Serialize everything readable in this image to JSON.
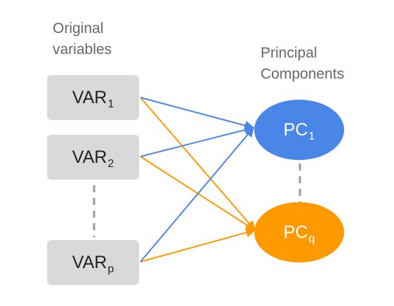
{
  "headings": {
    "original_variables": [
      "Original",
      "variables"
    ],
    "principal_components": [
      "Principal",
      "Components"
    ]
  },
  "variables": [
    {
      "label": "VAR",
      "subscript": "1"
    },
    {
      "label": "VAR",
      "subscript": "2"
    },
    {
      "label": "VAR",
      "subscript": "p"
    }
  ],
  "components": [
    {
      "label": "PC",
      "subscript": "1",
      "color": "#4a86e8"
    },
    {
      "label": "PC",
      "subscript": "q",
      "color": "#ff9900"
    }
  ],
  "colors": {
    "variable_box": "#d9d9d9",
    "heading_text": "#666666",
    "dashed_connector": "#999999",
    "edge_to_pc1": "#4a86e8",
    "edge_to_pcq": "#ff9900"
  },
  "edges": [
    {
      "from": "VAR1",
      "to": "PC1",
      "color": "blue"
    },
    {
      "from": "VAR1",
      "to": "PCq",
      "color": "orange"
    },
    {
      "from": "VAR2",
      "to": "PC1",
      "color": "blue"
    },
    {
      "from": "VAR2",
      "to": "PCq",
      "color": "orange"
    },
    {
      "from": "VARp",
      "to": "PC1",
      "color": "blue"
    },
    {
      "from": "VARp",
      "to": "PCq",
      "color": "orange"
    }
  ]
}
